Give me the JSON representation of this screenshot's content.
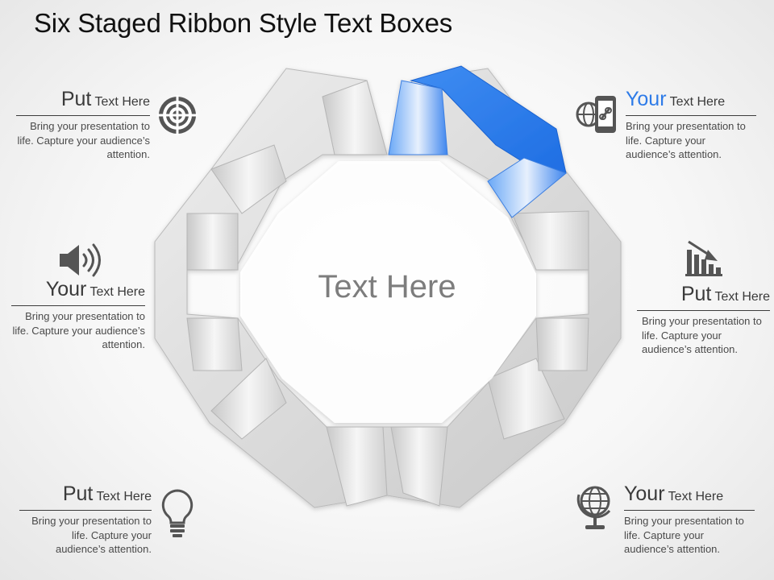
{
  "title": "Six Staged Ribbon Style Text Boxes",
  "center_text": "Text Here",
  "colors": {
    "accent": "#2e7be8",
    "ribbon": "#d9d9d9",
    "text": "#444444"
  },
  "boxes": [
    {
      "id": "top-left",
      "icon": "target-icon",
      "lead": "Put",
      "rest": " Text Here",
      "body": "Bring your presentation to life. Capture your audience’s attention."
    },
    {
      "id": "top-right",
      "icon": "mobile-link-icon",
      "lead": "Your",
      "rest": " Text Here",
      "body": "Bring your presentation to life. Capture your audience’s attention."
    },
    {
      "id": "middle-left",
      "icon": "speaker-icon",
      "lead": "Your",
      "rest": " Text Here",
      "body": "Bring your presentation to life. Capture your audience’s attention."
    },
    {
      "id": "middle-right",
      "icon": "bar-chart-down-icon",
      "lead": "Put",
      "rest": " Text Here",
      "body": "Bring your presentation to life. Capture your audience’s attention."
    },
    {
      "id": "bottom-left",
      "icon": "lightbulb-icon",
      "lead": "Put",
      "rest": " Text Here",
      "body": "Bring your presentation to life. Capture your audience’s attention."
    },
    {
      "id": "bottom-right",
      "icon": "globe-icon",
      "lead": "Your",
      "rest": " Text Here",
      "body": "Bring your presentation to life. Capture your audience’s attention."
    }
  ]
}
